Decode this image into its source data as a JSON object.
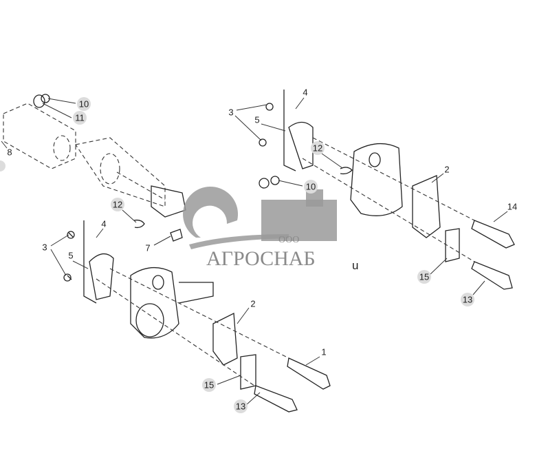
{
  "callouts_right": [
    {
      "label": "4"
    },
    {
      "label": "3"
    },
    {
      "label": "5"
    },
    {
      "label": "12"
    },
    {
      "label": "10"
    },
    {
      "label": "2"
    },
    {
      "label": "14"
    },
    {
      "label": "15"
    },
    {
      "label": "13"
    }
  ],
  "callouts_left": [
    {
      "label": "10"
    },
    {
      "label": "11"
    },
    {
      "label": "8"
    },
    {
      "label": "12"
    },
    {
      "label": "4"
    },
    {
      "label": "7"
    },
    {
      "label": "3"
    },
    {
      "label": "5"
    },
    {
      "label": "2"
    },
    {
      "label": "1"
    },
    {
      "label": "15"
    },
    {
      "label": "13"
    }
  ],
  "watermark": {
    "prefix": "ООО",
    "name": "АГРОСНАБ",
    "suffix": "u"
  }
}
